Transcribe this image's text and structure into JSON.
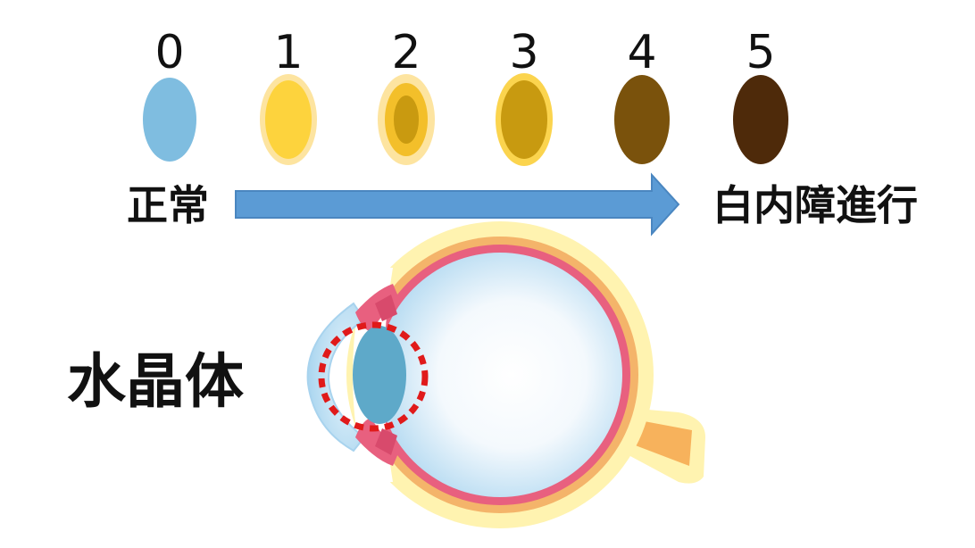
{
  "grades": [
    {
      "label": "0",
      "outer_color": "#7fbde0",
      "inner_color": "#7fbde0"
    },
    {
      "label": "1",
      "outer_color": "#fde4a0",
      "inner_color": "#fdd33d"
    },
    {
      "label": "2",
      "outer_color": "#fde4a0",
      "inner_color": "#f3bf2a",
      "core_color": "#c99a10"
    },
    {
      "label": "3",
      "outer_color": "#fbd44e",
      "inner_color": "#c89a10"
    },
    {
      "label": "4",
      "outer_color": "#7a520c",
      "inner_color": "#7a520c"
    },
    {
      "label": "5",
      "outer_color": "#4e2a0a",
      "inner_color": "#4e2a0a"
    }
  ],
  "progression": {
    "start_label": "正常",
    "end_label": "白内障進行",
    "arrow_color": "#5b9bd5"
  },
  "eye": {
    "lens_label": "水晶体",
    "lens_color": "#5ea9c9",
    "highlight_color": "#e01a1a"
  }
}
